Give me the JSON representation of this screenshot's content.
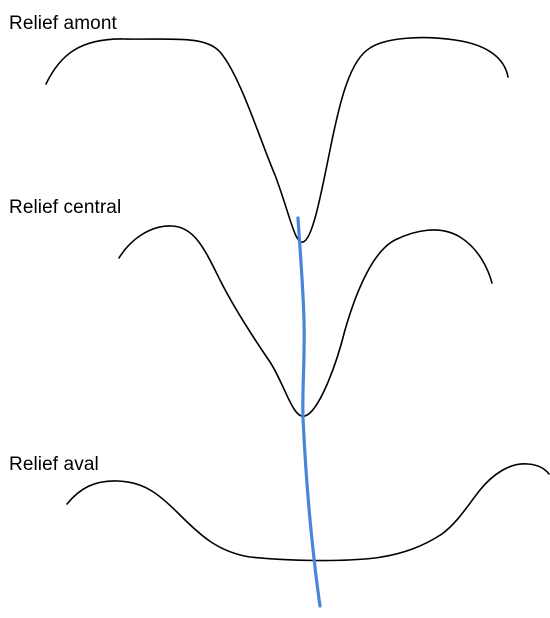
{
  "diagram": {
    "labels": {
      "amont": "Relief amont",
      "central": "Relief central",
      "aval": "Relief aval"
    },
    "colors": {
      "profile_stroke": "#000000",
      "river_stroke": "#4a86d8",
      "background": "#ffffff"
    },
    "elements": {
      "profiles": [
        "upstream",
        "central",
        "downstream"
      ],
      "river": "river-line"
    }
  }
}
